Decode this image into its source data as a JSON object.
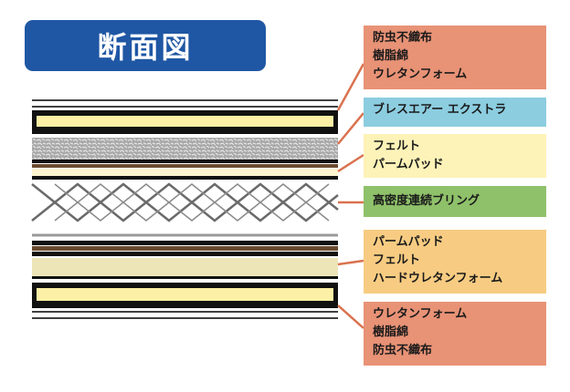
{
  "title": "断面図",
  "colors": {
    "title_bg": "#1f57a4",
    "salmon": "#e89276",
    "sky": "#8ccde0",
    "cream": "#fdf3b8",
    "green": "#8fc16a",
    "peach": "#f7cc82",
    "pipe": "#e0845f"
  },
  "labels": [
    {
      "lines": [
        "防虫不織布",
        "樹脂綿",
        "ウレタンフォーム"
      ],
      "color": "#e89276"
    },
    {
      "lines": [
        "ブレスエアー エクストラ"
      ],
      "color": "#8ccde0"
    },
    {
      "lines": [
        "フェルト",
        "パームパッド"
      ],
      "color": "#fdf3b8"
    },
    {
      "lines": [
        "高密度連続ブリング"
      ],
      "color": "#8fc16a"
    },
    {
      "lines": [
        "パームパッド",
        "フェルト",
        "ハードウレタンフォーム"
      ],
      "color": "#f7cc82"
    },
    {
      "lines": [
        "ウレタンフォーム",
        "樹脂綿",
        "防虫不織布"
      ],
      "color": "#e89276"
    }
  ]
}
